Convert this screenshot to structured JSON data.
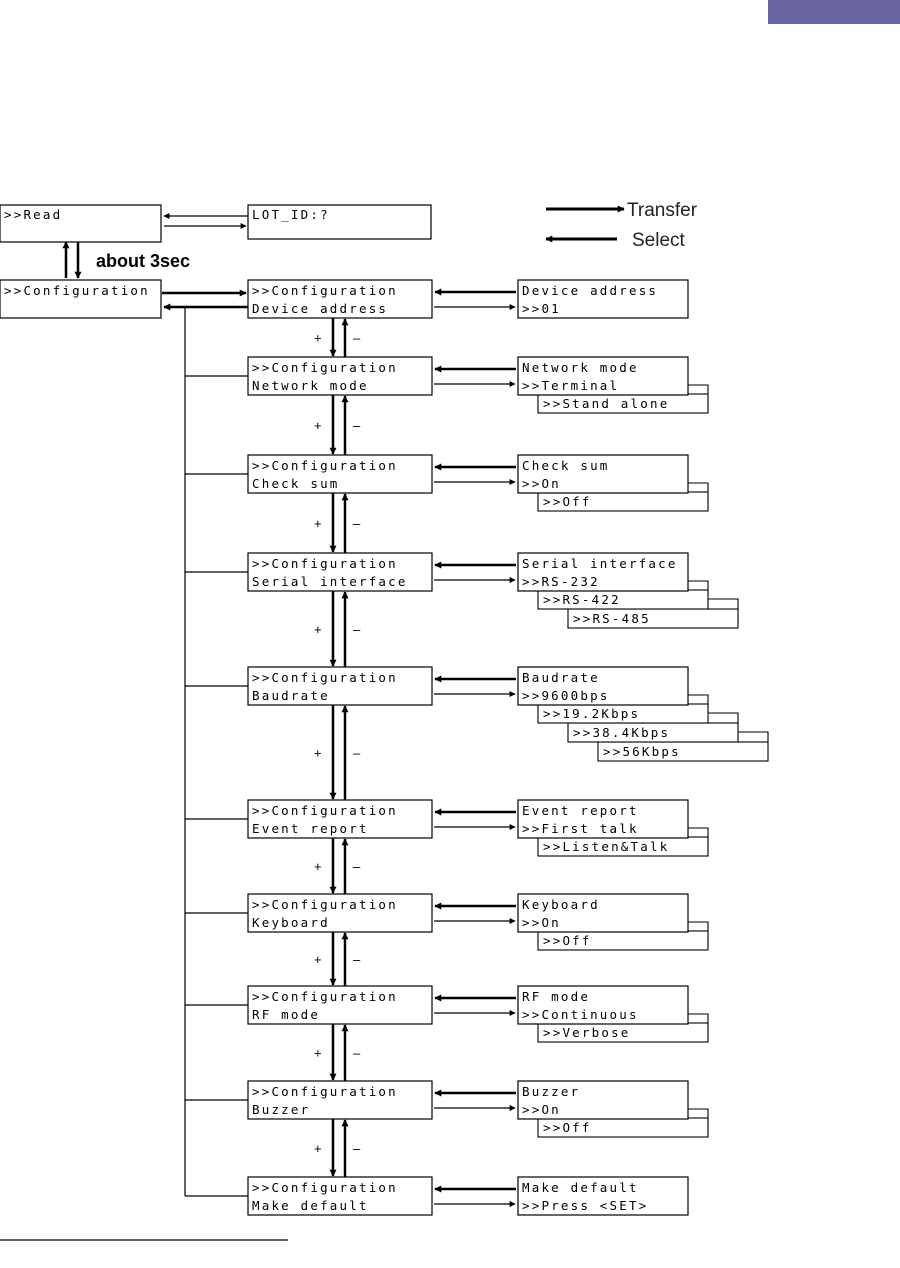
{
  "header": {
    "bar_color": "#6a66a3"
  },
  "legend": {
    "transfer": "Transfer",
    "select": "Select"
  },
  "hint": {
    "hold": "about 3sec"
  },
  "nav": {
    "plus": "+",
    "minus": "–"
  },
  "top": {
    "read": ">>Read",
    "lot": "LOT_ID:?",
    "config": ">>Configuration"
  },
  "menus": [
    {
      "line1": ">>Configuration",
      "line2": "Device address",
      "detail": [
        "Device address",
        ">>01"
      ]
    },
    {
      "line1": ">>Configuration",
      "line2": "Network mode",
      "detail": [
        "Network mode",
        ">>Terminal"
      ],
      "options": [
        ">>Stand alone"
      ]
    },
    {
      "line1": ">>Configuration",
      "line2": "Check sum",
      "detail": [
        "Check sum",
        ">>On"
      ],
      "options": [
        ">>Off"
      ]
    },
    {
      "line1": ">>Configuration",
      "line2": "Serial interface",
      "detail": [
        "Serial interface",
        ">>RS-232"
      ],
      "options": [
        ">>RS-422",
        ">>RS-485"
      ]
    },
    {
      "line1": ">>Configuration",
      "line2": "Baudrate",
      "detail": [
        "Baudrate",
        ">>9600bps"
      ],
      "options": [
        ">>19.2Kbps",
        ">>38.4Kbps",
        ">>56Kbps"
      ]
    },
    {
      "line1": ">>Configuration",
      "line2": "Event report",
      "detail": [
        "Event report",
        ">>First talk"
      ],
      "options": [
        ">>Listen&Talk"
      ]
    },
    {
      "line1": ">>Configuration",
      "line2": "Keyboard",
      "detail": [
        "Keyboard",
        ">>On"
      ],
      "options": [
        ">>Off"
      ]
    },
    {
      "line1": ">>Configuration",
      "line2": "RF mode",
      "detail": [
        "RF mode",
        ">>Continuous"
      ],
      "options": [
        ">>Verbose"
      ]
    },
    {
      "line1": ">>Configuration",
      "line2": "Buzzer",
      "detail": [
        "Buzzer",
        ">>On"
      ],
      "options": [
        ">>Off"
      ]
    },
    {
      "line1": ">>Configuration",
      "line2": "Make default",
      "detail": [
        "Make default",
        ">>Press <SET>"
      ]
    }
  ]
}
